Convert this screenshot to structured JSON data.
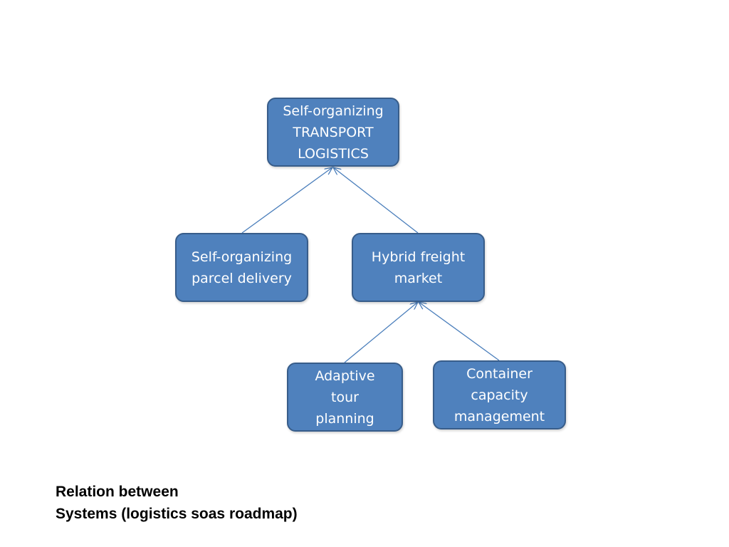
{
  "diagram": {
    "nodes": {
      "top": {
        "label": "Self-organizing\nTRANSPORT\nLOGISTICS"
      },
      "parcel": {
        "label": "Self-organizing\nparcel delivery"
      },
      "freight": {
        "label": "Hybrid freight\nmarket"
      },
      "tour": {
        "label": "Adaptive\ntour\nplanning"
      },
      "container": {
        "label": "Container\ncapacity\nmanagement"
      }
    },
    "edges": [
      {
        "from": "parcel",
        "to": "top"
      },
      {
        "from": "freight",
        "to": "top"
      },
      {
        "from": "tour",
        "to": "freight"
      },
      {
        "from": "container",
        "to": "freight"
      }
    ],
    "colors": {
      "node_fill": "#4f81bd",
      "node_border": "#385d8a",
      "node_text": "#ffffff",
      "connector": "#4a7ebb"
    }
  },
  "caption": {
    "line1": "Relation between",
    "line2": "Systems (logistics soas roadmap)"
  }
}
